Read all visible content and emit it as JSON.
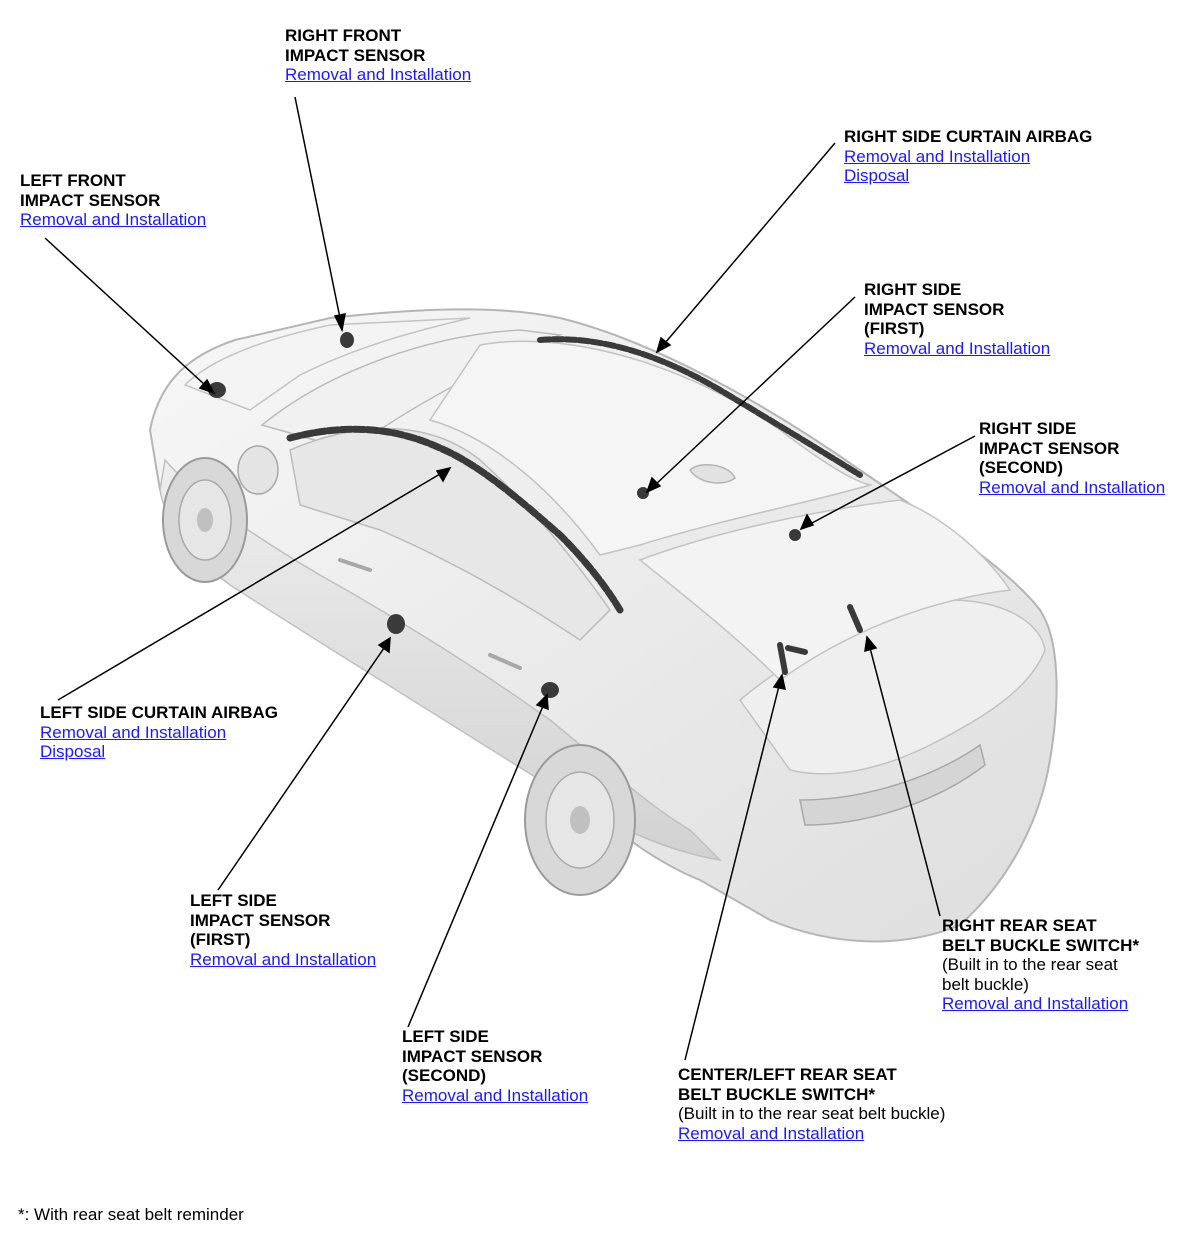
{
  "callouts": {
    "right_front_impact_sensor": {
      "title": "RIGHT FRONT\nIMPACT SENSOR",
      "links": [
        "Removal and Installation"
      ]
    },
    "left_front_impact_sensor": {
      "title": "LEFT FRONT\nIMPACT SENSOR",
      "links": [
        "Removal and Installation"
      ]
    },
    "right_side_curtain_airbag": {
      "title": "RIGHT SIDE CURTAIN AIRBAG",
      "links": [
        "Removal and Installation",
        "Disposal"
      ]
    },
    "right_side_impact_sensor_first": {
      "title": "RIGHT SIDE\nIMPACT SENSOR\n(FIRST)",
      "links": [
        "Removal and Installation"
      ]
    },
    "right_side_impact_sensor_second": {
      "title": "RIGHT SIDE\nIMPACT SENSOR\n(SECOND)",
      "links": [
        "Removal and Installation"
      ]
    },
    "left_side_curtain_airbag": {
      "title": "LEFT SIDE CURTAIN AIRBAG",
      "links": [
        "Removal and Installation",
        "Disposal"
      ]
    },
    "left_side_impact_sensor_first": {
      "title": "LEFT SIDE\nIMPACT SENSOR\n(FIRST)",
      "links": [
        "Removal and Installation"
      ]
    },
    "left_side_impact_sensor_second": {
      "title": "LEFT SIDE\nIMPACT SENSOR\n(SECOND)",
      "links": [
        "Removal and Installation"
      ]
    },
    "right_rear_seat_belt_buckle_switch": {
      "title": "RIGHT REAR SEAT\nBELT BUCKLE SWITCH*",
      "note": "(Built in to the rear seat\nbelt buckle)",
      "links": [
        "Removal and Installation"
      ]
    },
    "center_left_rear_seat_belt_buckle_switch": {
      "title": "CENTER/LEFT REAR SEAT\nBELT BUCKLE SWITCH*",
      "note": "(Built in to the rear seat belt buckle)",
      "links": [
        "Removal and Installation"
      ]
    }
  },
  "footnote": "*: With rear seat belt reminder",
  "colors": {
    "link": "#1a1aff",
    "car_body": "#ececec",
    "car_outline": "#b5b5b5",
    "component": "#3a3a3a"
  }
}
